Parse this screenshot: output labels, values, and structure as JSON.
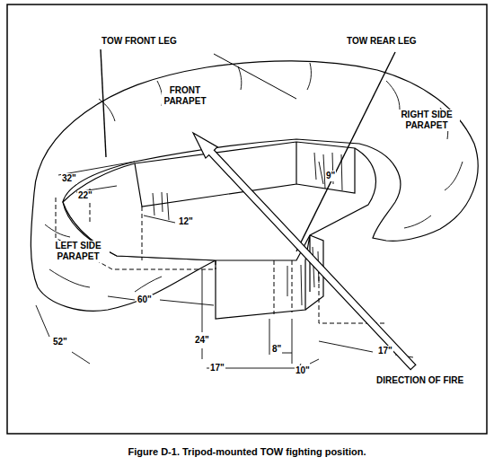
{
  "diagram": {
    "caption": "Figure D-1. Tripod-mounted TOW fighting position.",
    "labels": [
      "TOW FRONT LEG",
      "TOW REAR LEG",
      "FRONT PARAPET",
      "RIGHT SIDE PARAPET",
      "LEFT SIDE PARAPET",
      "32\"",
      "22\"",
      "12\"",
      "9\"",
      "60\"",
      "24\"",
      "8\"",
      "52\"",
      "17\"",
      "10\"",
      "17\"",
      "DIRECTION OF FIRE"
    ]
  }
}
